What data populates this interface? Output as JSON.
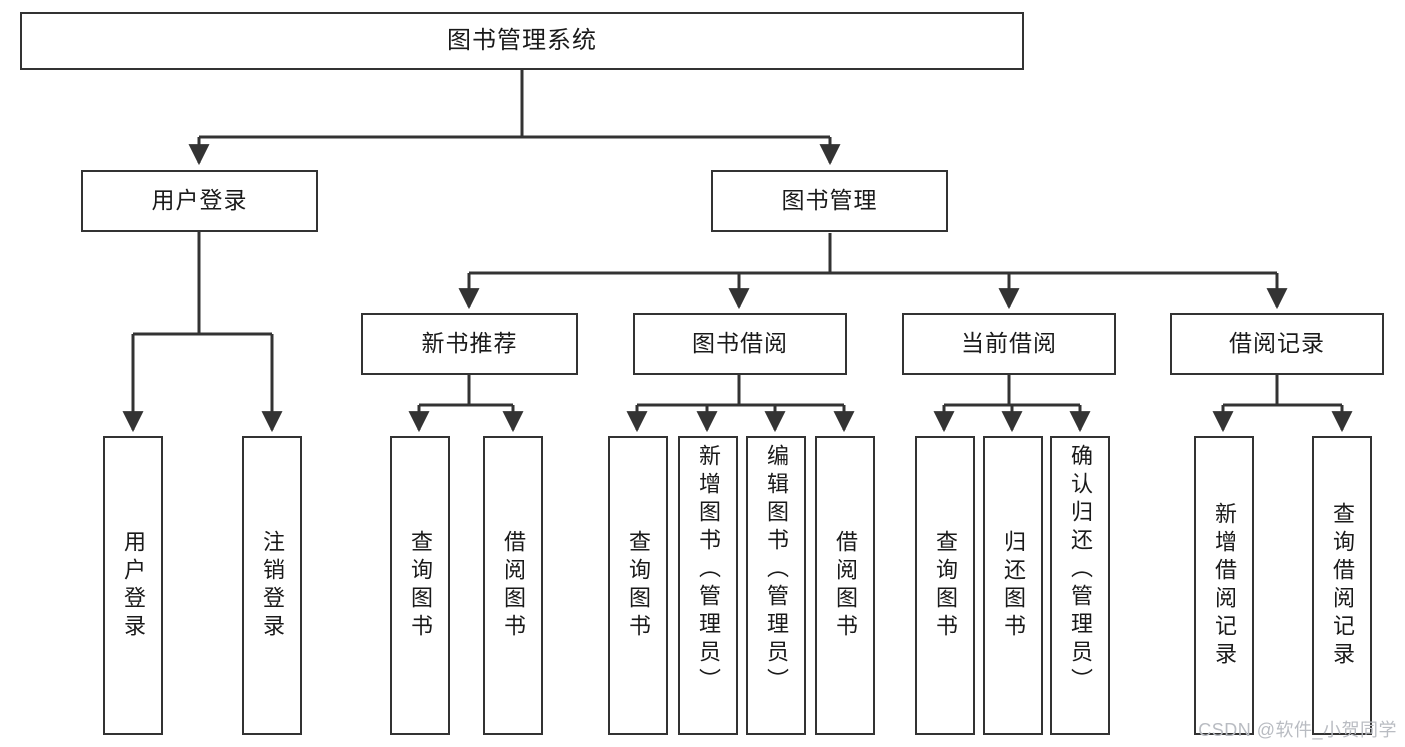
{
  "diagram": {
    "title": "图书管理系统",
    "watermark": "CSDN @软件_小贺同学",
    "type": "tree-hierarchy-diagram",
    "colors": {
      "box_border": "#333333",
      "box_fill": "#ffffff",
      "edge": "#333333",
      "text": "#1a1a1a",
      "watermark": "#b9bcc2"
    },
    "levels": {
      "root": {
        "label": "图书管理系统"
      },
      "level1": [
        {
          "label": "用户登录"
        },
        {
          "label": "图书管理"
        }
      ],
      "level2": [
        {
          "label": "新书推荐"
        },
        {
          "label": "图书借阅"
        },
        {
          "label": "当前借阅"
        },
        {
          "label": "借阅记录"
        }
      ],
      "leaves": {
        "user_login": [
          {
            "label": "用户登录"
          },
          {
            "label": "注销登录"
          }
        ],
        "new_book_recommend": [
          {
            "label": "查询图书"
          },
          {
            "label": "借阅图书"
          }
        ],
        "book_borrow": [
          {
            "label": "查询图书"
          },
          {
            "label": "新增图书（管理员）"
          },
          {
            "label": "编辑图书（管理员）"
          },
          {
            "label": "借阅图书"
          }
        ],
        "current_borrow": [
          {
            "label": "查询图书"
          },
          {
            "label": "归还图书"
          },
          {
            "label": "确认归还（管理员）"
          }
        ],
        "borrow_record": [
          {
            "label": "新增借阅记录"
          },
          {
            "label": "查询借阅记录"
          }
        ]
      }
    }
  }
}
